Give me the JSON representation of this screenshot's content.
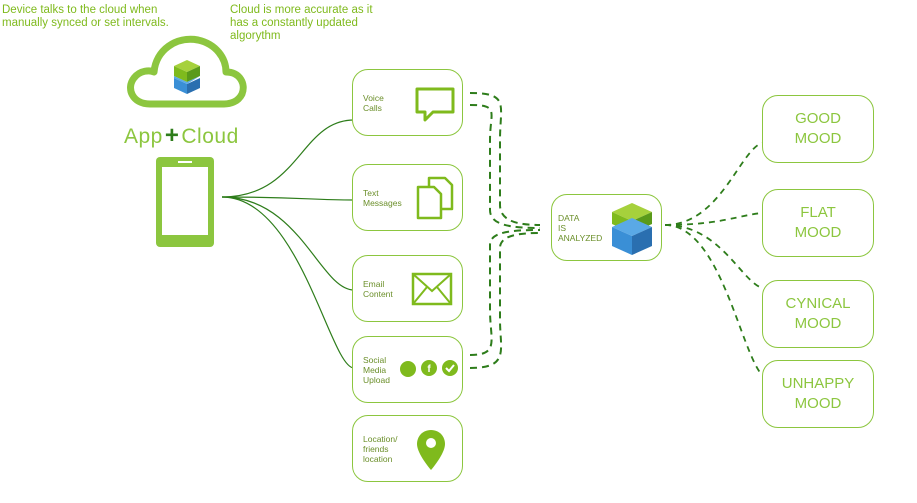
{
  "notes": {
    "device": "Device talks to the cloud when manually synced or set intervals.",
    "cloud": "Cloud is more accurate as it has a constantly updated algorythm"
  },
  "app": {
    "title_left": "App",
    "title_plus": "+",
    "title_right": "Cloud"
  },
  "sources": [
    {
      "label": "Voice\nCalls",
      "icon": "speech-bubble-icon"
    },
    {
      "label": "Text\nMessages",
      "icon": "documents-icon"
    },
    {
      "label": "Email\nContent",
      "icon": "envelope-icon"
    },
    {
      "label": "Social\nMedia\nUpload",
      "icon": "social-icons"
    },
    {
      "label": "Location/\nfriends\nlocation",
      "icon": "location-pin-icon"
    }
  ],
  "analyzer": {
    "label": "DATA\nIS\nANALYZED",
    "icon": "cube-icon"
  },
  "moods": [
    {
      "label": "GOOD\nMOOD"
    },
    {
      "label": "FLAT\nMOOD"
    },
    {
      "label": "CYNICAL\nMOOD"
    },
    {
      "label": "UNHAPPY\nMOOD"
    }
  ],
  "colors": {
    "accent": "#8cc63f",
    "dark_green": "#2e7d1b",
    "cube_top": "#a6d13c",
    "cube_side": "#3a8fd6"
  }
}
